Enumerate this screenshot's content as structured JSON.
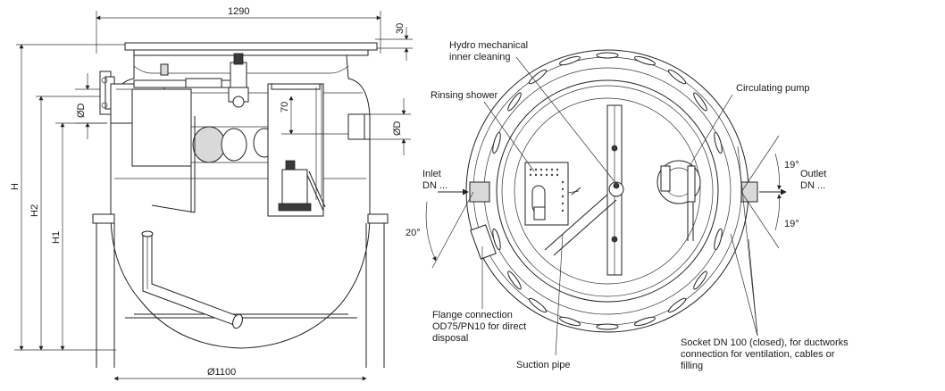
{
  "side_view": {
    "dim_width": "1290",
    "dim_top": "30",
    "dim_od_left": "ØD",
    "dim_od_right": "ØD",
    "dim_70": "70",
    "dim_h": "H",
    "dim_h2": "H2",
    "dim_h1": "H1",
    "dim_base": "Ø1100"
  },
  "top_view": {
    "hydro_line1": "Hydro mechanical",
    "hydro_line2": "inner cleaning",
    "rinsing": "Rinsing shower",
    "circulating": "Circulating pump",
    "inlet_line1": "Inlet",
    "inlet_line2": "DN ...",
    "outlet_line1": "Outlet",
    "outlet_line2": "DN ...",
    "angle_19_top": "19°",
    "angle_19_bottom": "19°",
    "angle_20": "20°",
    "flange_line1": "Flange connection",
    "flange_line2": "OD75/PN10 for direct",
    "flange_line3": "disposal",
    "suction": "Suction pipe",
    "socket_line1": "Socket DN 100 (closed), for ductworks",
    "socket_line2": "connection for ventilation, cables or",
    "socket_line3": "filling"
  }
}
